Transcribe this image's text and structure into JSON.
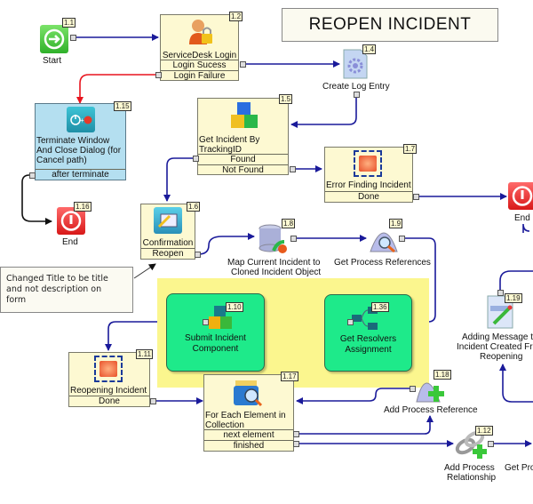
{
  "title": "REOPEN INCIDENT",
  "nodes": {
    "start": {
      "id": "1.1",
      "label": "Start"
    },
    "login": {
      "id": "1.2",
      "label": "ServiceDesk Login",
      "outputs": [
        "Login Sucess",
        "Login Failure"
      ]
    },
    "log": {
      "id": "1.4",
      "label": "Create Log Entry"
    },
    "get_incident": {
      "id": "1.5",
      "label_line1": "Get Incident By",
      "label_line2": "TrackingID",
      "outputs": [
        "Found",
        "Not Found"
      ]
    },
    "error": {
      "id": "1.7",
      "label": "Error Finding Incident",
      "outputs": [
        "Done"
      ]
    },
    "end_right": {
      "label": "End"
    },
    "terminate": {
      "id": "1.15",
      "label_line1": "Terminate Window",
      "label_line2": "And Close Dialog (for",
      "label_line3": "Cancel path)",
      "outputs": [
        "after terminate"
      ]
    },
    "end_left": {
      "id": "1.16",
      "label": "End"
    },
    "confirmation": {
      "id": "1.6",
      "label": "Confirmation",
      "outputs": [
        "Reopen"
      ]
    },
    "map": {
      "id": "1.8",
      "label_line1": "Map Current Incident to",
      "label_line2": "Cloned Incident Object"
    },
    "get_refs": {
      "id": "1.9",
      "label": "Get Process References"
    },
    "submit": {
      "id": "1.10",
      "label_line1": "Submit Incident",
      "label_line2": "Component"
    },
    "resolvers": {
      "id": "1.36",
      "label_line1": "Get Resolvers",
      "label_line2": "Assignment"
    },
    "reopening": {
      "id": "1.11",
      "label": "Reopening Incident",
      "outputs": [
        "Done"
      ]
    },
    "foreach": {
      "id": "1.17",
      "label_line1": "For Each Element in",
      "label_line2": "Collection",
      "outputs": [
        "next element",
        "finished"
      ]
    },
    "add_ref": {
      "id": "1.18",
      "label": "Add Process Reference"
    },
    "add_rel": {
      "id": "1.12",
      "label_line1": "Add Process",
      "label_line2": "Relationship"
    },
    "get_pro": {
      "label": "Get Pro"
    },
    "adding_msg": {
      "id": "1.19",
      "label_line1": "Adding Message to",
      "label_line2": "Incident Created Fro",
      "label_line3": "Reopening"
    }
  },
  "comment": {
    "line1": "Changed Title to be title",
    "line2": "and not description on",
    "line3": "form"
  },
  "colors": {
    "wire": "#1a1a9a",
    "failure_wire": "#e8141e",
    "terminate_wire": "#111111",
    "group": "#fbf68e",
    "component": "#1eea8a"
  }
}
